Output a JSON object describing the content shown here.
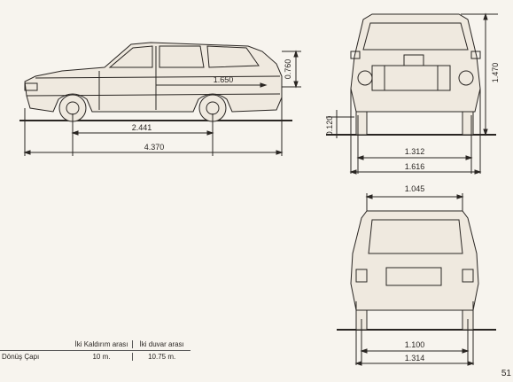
{
  "dimensions": {
    "side_length": "1.650",
    "side_height": "0.760",
    "wheelbase": "2.441",
    "overall_length": "4.370",
    "front_track": "1.312",
    "overall_width": "1.616",
    "overall_height": "1.470",
    "ground_clearance": "0.120",
    "rear_roof_width": "1.045",
    "rear_track": "1.100",
    "rear_width": "1.314"
  },
  "table": {
    "col1_header": "İki Kaldırım arası",
    "col2_header": "İki duvar arası",
    "row_label": "Dönüş Çapı",
    "col1_value": "10 m.",
    "col2_value": "10.75 m."
  },
  "page_number": "51"
}
